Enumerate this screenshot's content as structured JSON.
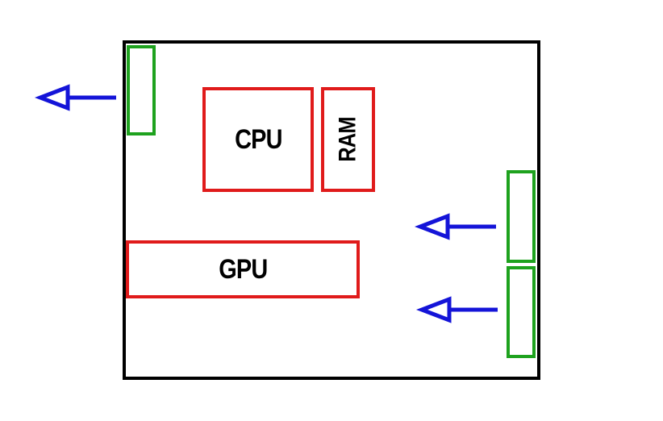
{
  "components": {
    "cpu": "CPU",
    "ram": "RAM",
    "gpu": "GPU"
  },
  "colors": {
    "case": "#000000",
    "component": "#e01b1b",
    "fan": "#1ea21e",
    "airflow": "#1414d8"
  }
}
